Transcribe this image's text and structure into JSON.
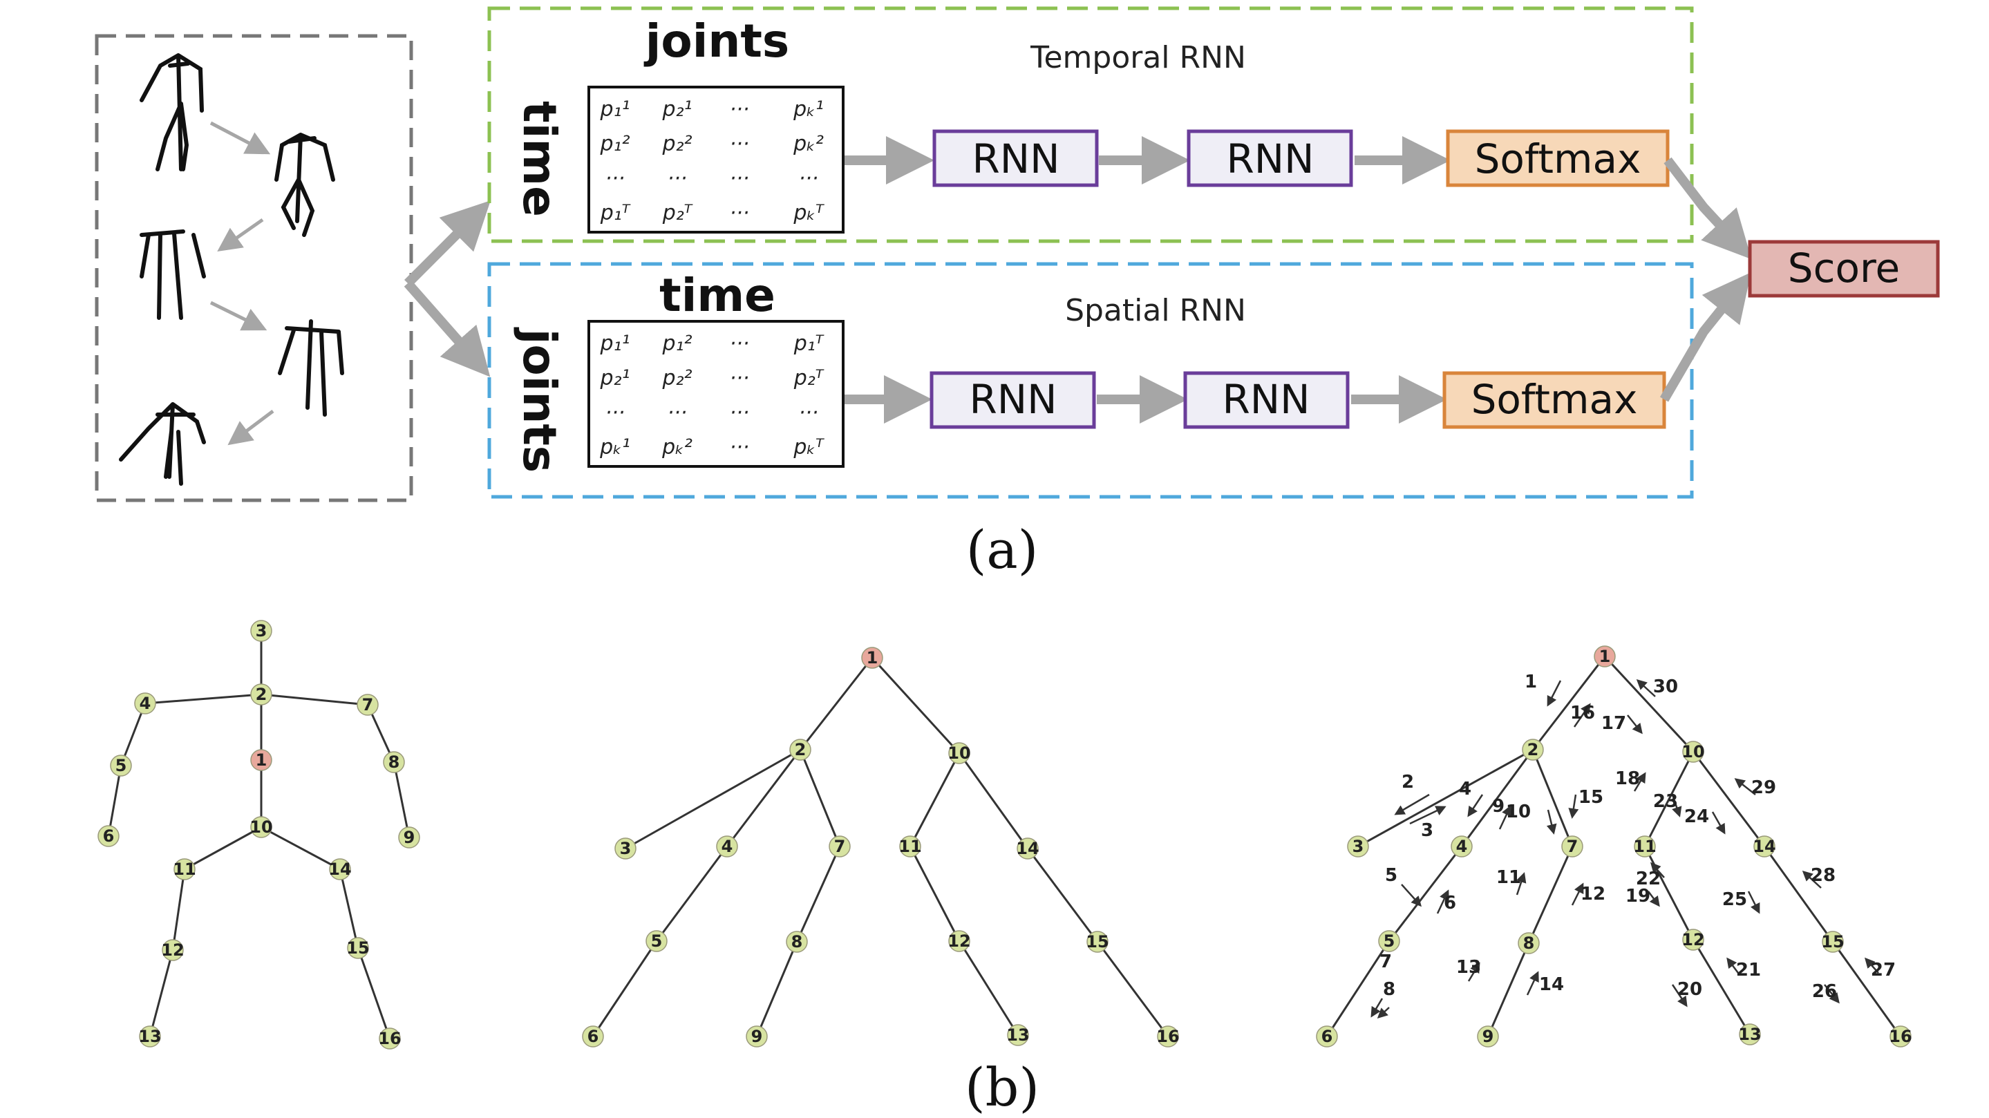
{
  "part_a": {
    "label": "(a)",
    "temporal": {
      "title": "Temporal RNN",
      "matrix_top_label": "joints",
      "matrix_side_label": "time",
      "matrix_rows": [
        [
          "p₁¹",
          "p₂¹",
          "···",
          "pₖ¹"
        ],
        [
          "p₁²",
          "p₂²",
          "···",
          "pₖ²"
        ],
        [
          "···",
          "···",
          "···",
          "···"
        ],
        [
          "p₁ᵀ",
          "p₂ᵀ",
          "···",
          "pₖᵀ"
        ]
      ],
      "rnn1": "RNN",
      "rnn2": "RNN",
      "softmax": "Softmax"
    },
    "spatial": {
      "title": "Spatial RNN",
      "matrix_top_label": "time",
      "matrix_side_label": "joints",
      "matrix_rows": [
        [
          "p₁¹",
          "p₁²",
          "···",
          "p₁ᵀ"
        ],
        [
          "p₂¹",
          "p₂²",
          "···",
          "p₂ᵀ"
        ],
        [
          "···",
          "···",
          "···",
          "···"
        ],
        [
          "pₖ¹",
          "pₖ²",
          "···",
          "pₖᵀ"
        ]
      ],
      "rnn1": "RNN",
      "rnn2": "RNN",
      "softmax": "Softmax"
    },
    "score": "Score",
    "colors": {
      "temporal_border": "#8cc152",
      "spatial_border": "#4fa8dc",
      "input_border": "#777777",
      "rnn_border": "#6a3d9a",
      "rnn_fill": "#efeef6",
      "softmax_border": "#d9853b",
      "softmax_fill": "#f7d8b8",
      "score_border": "#9c3a3a",
      "score_fill": "#e3b7b3",
      "arrow": "#a6a6a6"
    }
  },
  "part_b": {
    "label": "(b)",
    "node_fill": "#d7e3a1",
    "root_fill": "#e8a89c",
    "skeleton_nodes": [
      "1",
      "2",
      "3",
      "4",
      "5",
      "6",
      "7",
      "8",
      "9",
      "10",
      "11",
      "12",
      "13",
      "14",
      "15",
      "16"
    ],
    "tree_nodes": [
      "1",
      "2",
      "3",
      "4",
      "5",
      "6",
      "7",
      "8",
      "9",
      "10",
      "11",
      "12",
      "13",
      "14",
      "15",
      "16"
    ],
    "traversal_nodes": [
      "1",
      "2",
      "3",
      "4",
      "5",
      "6",
      "7",
      "8",
      "9",
      "10",
      "11",
      "12",
      "13",
      "14",
      "15",
      "16"
    ],
    "traversal_steps": [
      "1",
      "2",
      "3",
      "4",
      "5",
      "6",
      "7",
      "8",
      "9",
      "10",
      "11",
      "12",
      "13",
      "14",
      "15",
      "16",
      "17",
      "18",
      "19",
      "20",
      "21",
      "22",
      "23",
      "24",
      "25",
      "26",
      "27",
      "28",
      "29",
      "30"
    ]
  }
}
